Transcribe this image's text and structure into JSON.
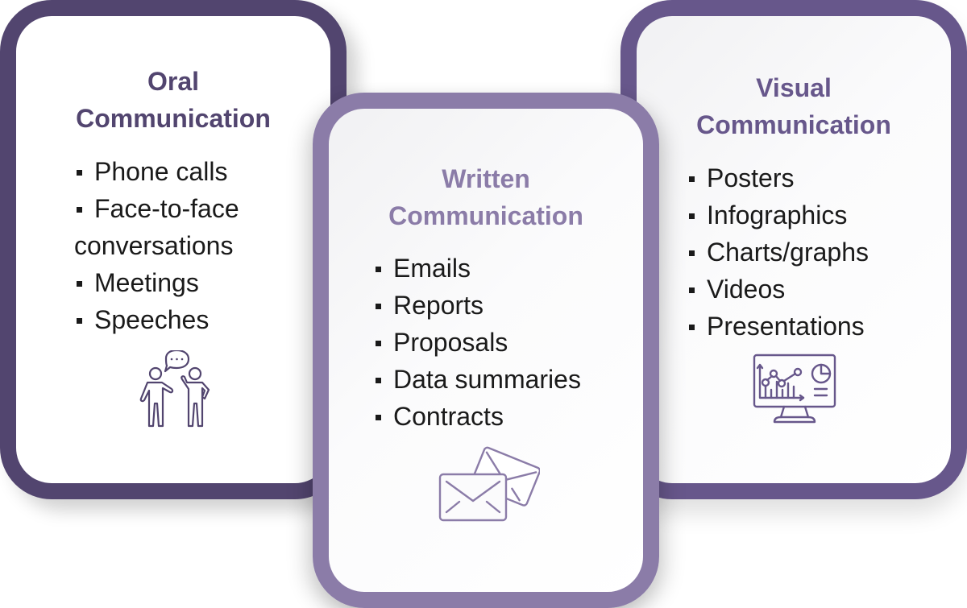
{
  "colors": {
    "oral": "#52456f",
    "written": "#8b7ca8",
    "visual": "#67578b",
    "text": "#1a1a1a"
  },
  "cards": {
    "oral": {
      "title_line1": "Oral",
      "title_line2": "Communication",
      "items": [
        "Phone calls",
        "Face-to-face",
        "Meetings",
        "Speeches"
      ],
      "item_continuation": "conversations",
      "icon": "two-people-talking-icon"
    },
    "written": {
      "title_line1": "Written",
      "title_line2": "Communication",
      "items": [
        "Emails",
        "Reports",
        "Proposals",
        "Data summaries",
        "Contracts"
      ],
      "icon": "envelopes-icon"
    },
    "visual": {
      "title_line1": "Visual",
      "title_line2": "Communication",
      "items": [
        "Posters",
        "Infographics",
        "Charts/graphs",
        "Videos",
        "Presentations"
      ],
      "icon": "monitor-chart-icon"
    }
  }
}
